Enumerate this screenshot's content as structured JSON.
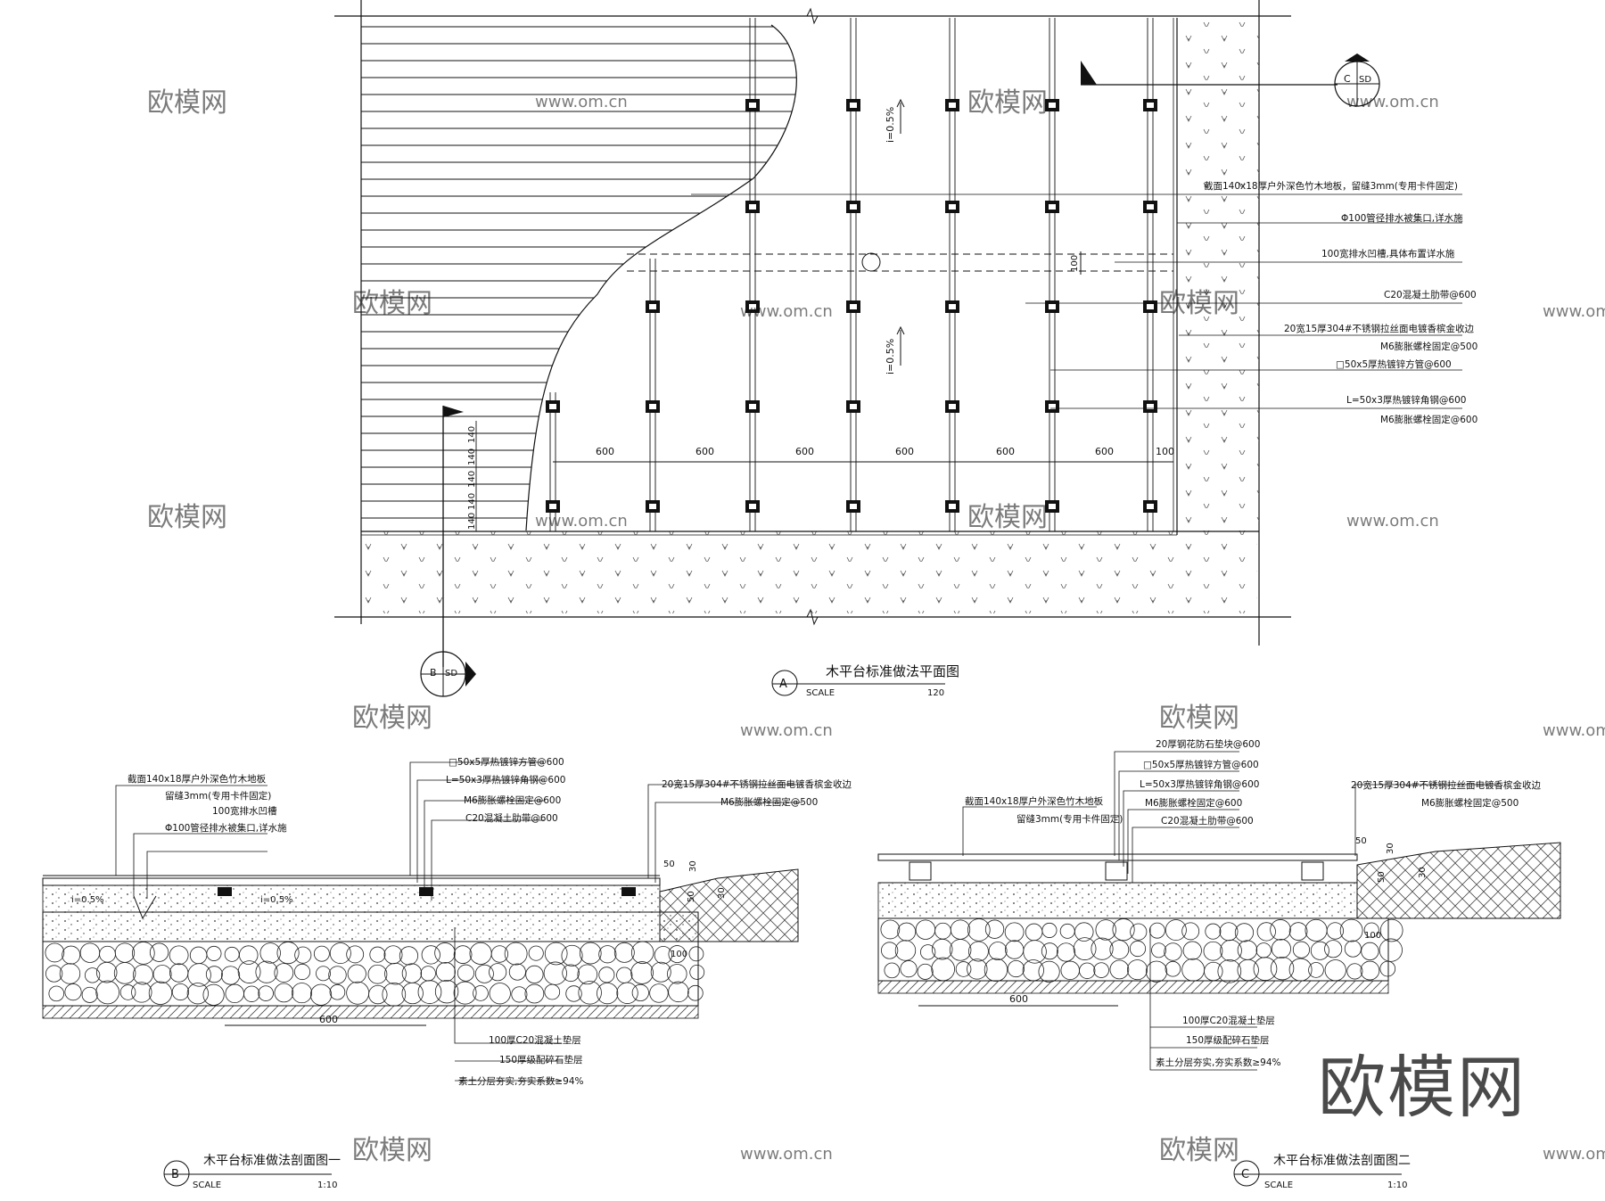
{
  "watermark": {
    "brand_cn": "欧模网",
    "site": "www.om.cn",
    "site_short": "om.cn"
  },
  "plan": {
    "title": "木平台标准做法平面图",
    "label": "A",
    "scale_word": "SCALE",
    "scale_value": "120",
    "section_mark_c": {
      "letter": "C",
      "sheet": "SD"
    },
    "section_mark_b": {
      "letter": "B",
      "sheet": "SD"
    },
    "slope_1": "i=0.5%",
    "slope_2": "i=0.5%",
    "dim_100_vertical": "100",
    "spacing_dims": [
      "600",
      "600",
      "600",
      "600",
      "600",
      "600"
    ],
    "end_dim": "100",
    "board_dims": [
      "140",
      "140",
      "140",
      "140",
      "140"
    ],
    "callouts": [
      "截面140x18厚户外深色竹木地板，留缝3mm(专用卡件固定)",
      "Φ100管径排水被集口,详水施",
      "100宽排水凹槽,具体布置详水施",
      "C20混凝土肋带@600",
      "20宽15厚304#不锈钢拉丝面电镀香槟金收边",
      "M6膨胀螺栓固定@500",
      "□50x5厚热镀锌方管@600",
      "L=50x3厚热镀锌角钢@600",
      "M6膨胀螺栓固定@600"
    ]
  },
  "section_b": {
    "title": "木平台标准做法剖面图一",
    "label": "B",
    "scale_word": "SCALE",
    "scale_value": "1:10",
    "callouts_top_left": [
      "截面140x18厚户外深色竹木地板",
      "留缝3mm(专用卡件固定)",
      "100宽排水凹槽",
      "Φ100管径排水被集口,详水施"
    ],
    "callouts_top_mid": [
      "□50x5厚热镀锌方管@600",
      "L=50x3厚热镀锌角钢@600",
      "M6膨胀螺栓固定@600",
      "C20混凝土肋带@600"
    ],
    "callouts_top_right": [
      "20宽15厚304#不锈钢拉丝面电镀香槟金收边",
      "M6膨胀螺栓固定@500"
    ],
    "callouts_bottom": [
      "100厚C20混凝土垫层",
      "150厚级配碎石垫层",
      "素土分层夯实,夯实系数≥94%"
    ],
    "slope_1": "i=0.5%",
    "slope_2": "i=0.5%",
    "dim_600": "600",
    "dim_50": "50",
    "dim_30": "30",
    "dim_50b": "50",
    "dim_30b": "30",
    "dim_100": "100"
  },
  "section_c": {
    "title": "木平台标准做法剖面图二",
    "label": "C",
    "scale_word": "SCALE",
    "scale_value": "1:10",
    "callouts_top_left": [
      "截面140x18厚户外深色竹木地板",
      "留缝3mm(专用卡件固定)"
    ],
    "callouts_top_mid": [
      "20厚钢花防石垫块@600",
      "□50x5厚热镀锌方管@600",
      "L=50x3厚热镀锌角钢@600",
      "M6膨胀螺栓固定@600",
      "C20混凝土肋带@600"
    ],
    "callouts_top_right": [
      "20宽15厚304#不锈钢拉丝面电镀香槟金收边",
      "M6膨胀螺栓固定@500"
    ],
    "callouts_bottom": [
      "100厚C20混凝土垫层",
      "150厚级配碎石垫层",
      "素土分层夯实,夯实系数≥94%"
    ],
    "dim_600": "600",
    "dim_50": "50",
    "dim_30": "30",
    "dim_50b": "50",
    "dim_30b": "30",
    "dim_100": "100"
  }
}
